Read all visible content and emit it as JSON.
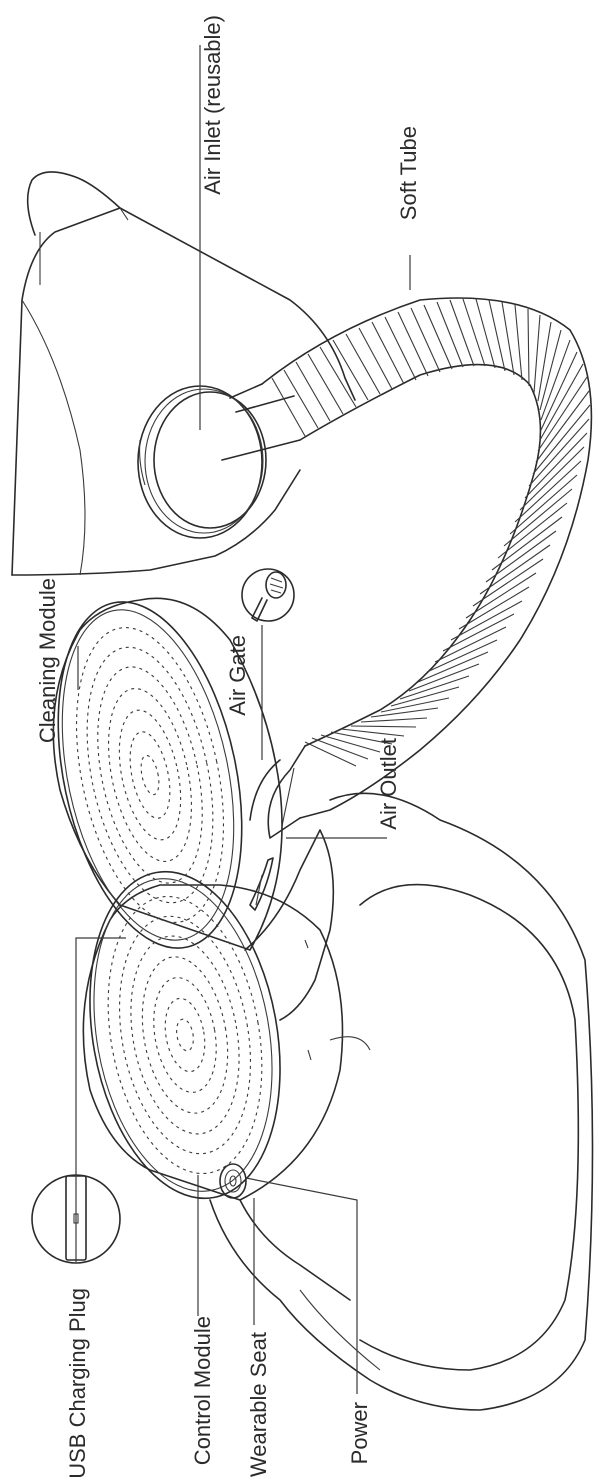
{
  "labels": {
    "air_inlet": "Air Inlet (reusable)",
    "soft_tube": "Soft Tube",
    "cleaning_module": "Cleaning Module",
    "air_gate": "Air Gate",
    "air_outlet": "Air Outlet",
    "usb_charging_plug": "USB Charging Plug",
    "control_module": "Control Module",
    "wearable_seat": "Wearable Seat",
    "power": "Power"
  },
  "colors": {
    "line": "#2b2b2b",
    "background": "#ffffff"
  }
}
